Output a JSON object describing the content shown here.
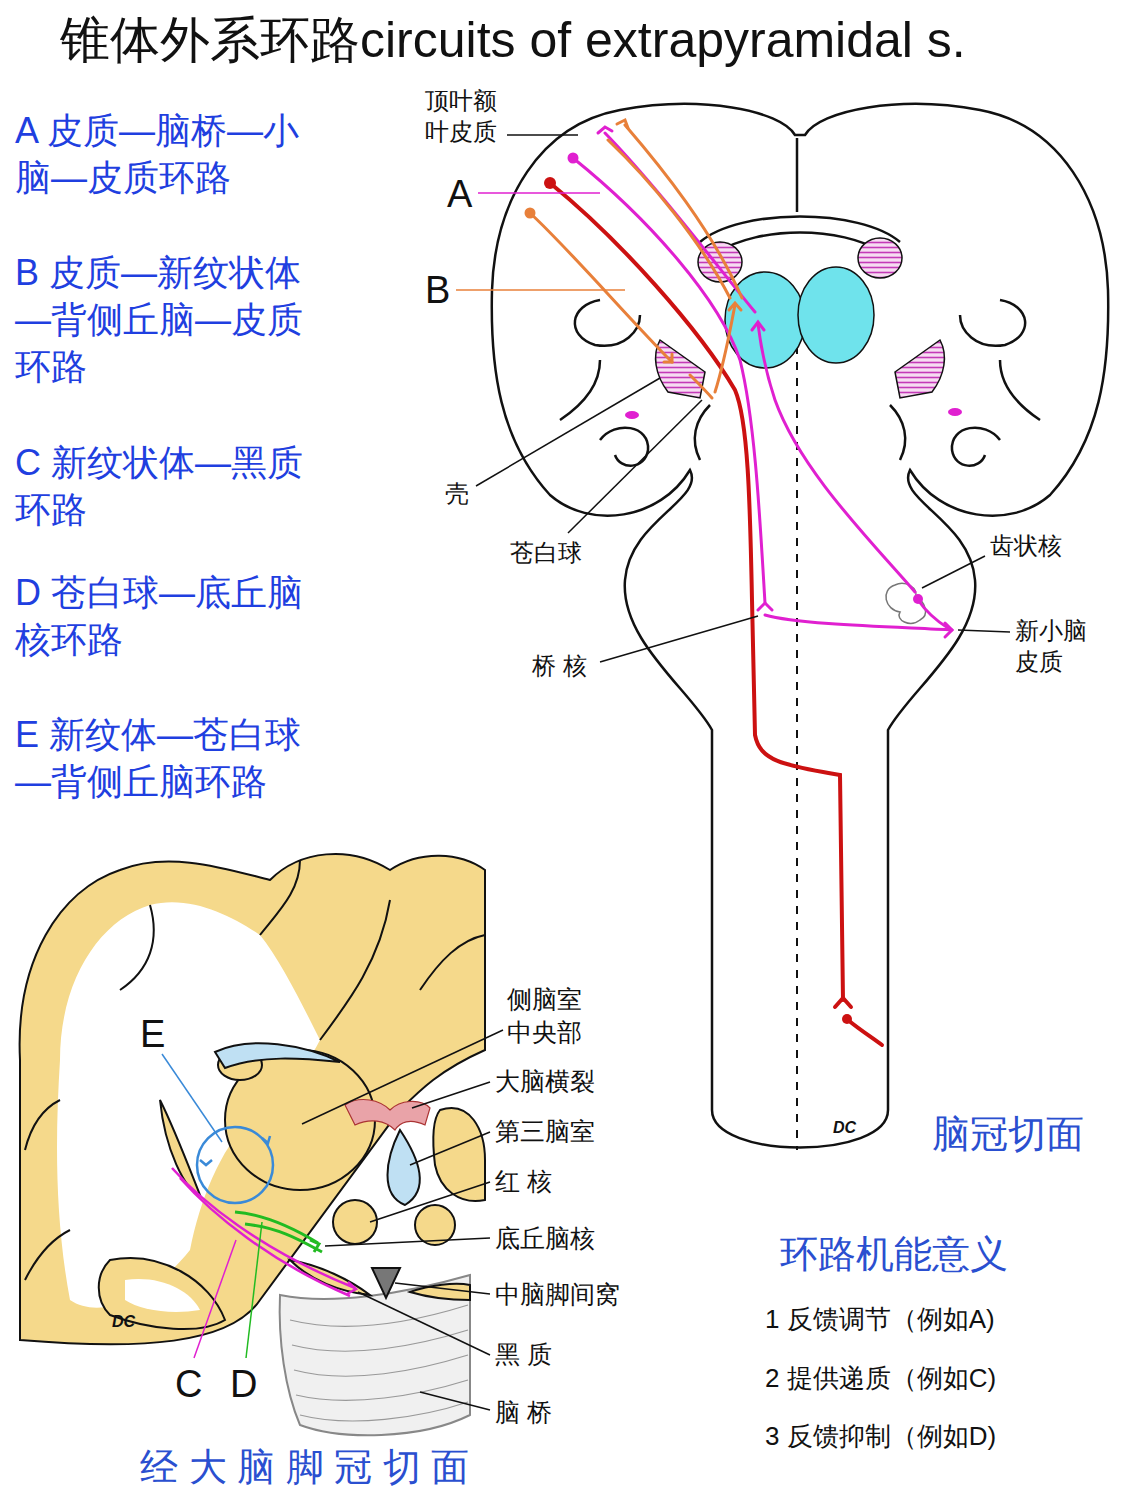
{
  "diagram": {
    "title": "锥体外系环路circuits of extrapyramidal s.",
    "labels": [
      "A 皮质—脑桥—小脑—皮质环路",
      "B 皮质—新纹状体—背侧丘脑—皮质环路",
      "C 新纹状体—黑质环路",
      "D 苍白球—底丘脑核环路",
      "E 新纹体—苍白球—背侧丘脑环路",
      "顶叶额叶皮质",
      "A",
      "B",
      "壳",
      "苍白球",
      "齿状核",
      "桥 核",
      "新小脑皮质",
      "脑冠切面",
      "DC",
      "E",
      "侧脑室中央部",
      "大脑横裂",
      "第三脑室",
      "红 核",
      "底丘脑核",
      "中脑脚间窝",
      "黑 质",
      "脑 桥",
      "C",
      "D",
      "DC",
      "经 大 脑 脚 冠 切 面",
      "环路机能意义",
      "1 反馈调节（例如A)",
      "2 提供递质（例如C)",
      "3 反馈抑制（例如D)"
    ]
  }
}
